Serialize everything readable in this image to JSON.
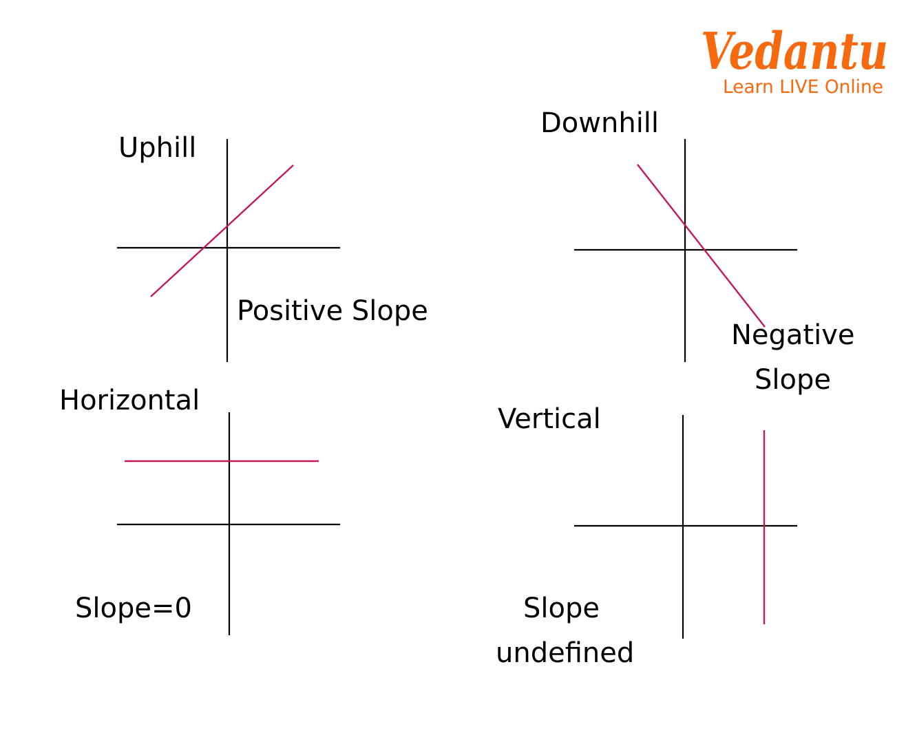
{
  "logo": {
    "brand": "Vedantu",
    "tagline": "Learn LIVE Online",
    "color": "#F7690F"
  },
  "line_color": "#C2185B",
  "panels": {
    "uphill": {
      "title": "Uphill",
      "caption": "Positive Slope"
    },
    "downhill": {
      "title": "Downhill",
      "caption_line1": "Negative",
      "caption_line2": "Slope"
    },
    "horizontal": {
      "title": "Horizontal",
      "caption": "Slope=0"
    },
    "vertical": {
      "title": "Vertical",
      "caption_line1": "Slope",
      "caption_line2": "undefined"
    }
  }
}
